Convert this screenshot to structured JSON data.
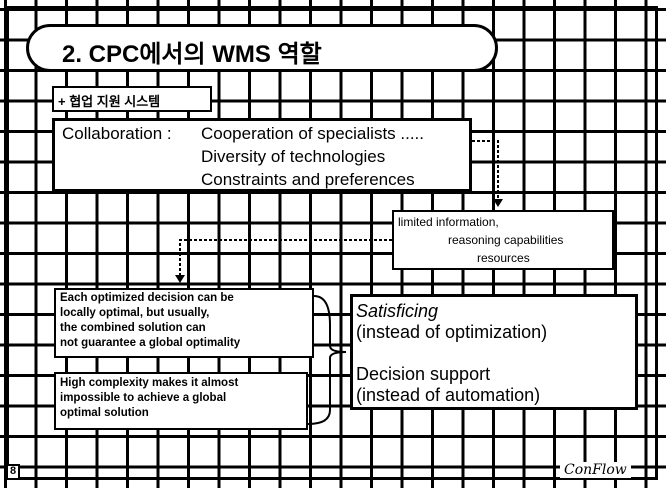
{
  "title": "2. CPC에서의 WMS 역할",
  "section": "+ 협업 지원 시스템",
  "collaboration": {
    "label": "Collaboration : ",
    "items": [
      "Cooperation of specialists .....",
      "Diversity of technologies",
      "Constraints and preferences"
    ]
  },
  "limited": [
    "limited information,",
    "reasoning capabilities",
    "resources"
  ],
  "each_optimized": [
    "Each optimized decision can be",
    "locally optimal, but usually,",
    "the combined solution can",
    "not guarantee a global optimality"
  ],
  "high_complexity": [
    "High complexity makes it almost",
    "impossible to achieve a global",
    "optimal solution"
  ],
  "satisficing": {
    "line1": "Satisficing",
    "line2": "(instead of optimization)",
    "line3": "Decision support",
    "line4": "(instead of automation)"
  },
  "page_number": "8",
  "logo": "ConFlow"
}
